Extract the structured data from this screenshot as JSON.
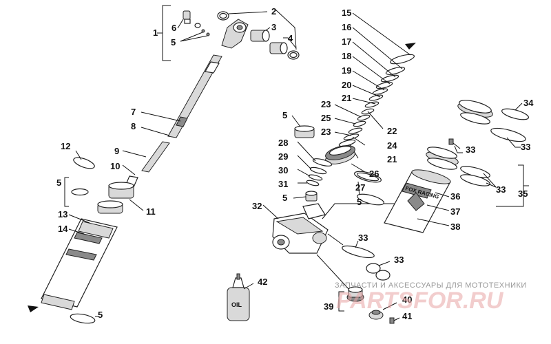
{
  "callouts": [
    {
      "id": "c1",
      "label": "1"
    },
    {
      "id": "c2",
      "label": "2"
    },
    {
      "id": "c3",
      "label": "3"
    },
    {
      "id": "c4",
      "label": "4"
    },
    {
      "id": "c5a",
      "label": "5"
    },
    {
      "id": "c6",
      "label": "6"
    },
    {
      "id": "c7",
      "label": "7"
    },
    {
      "id": "c8",
      "label": "8"
    },
    {
      "id": "c9",
      "label": "9"
    },
    {
      "id": "c10",
      "label": "10"
    },
    {
      "id": "c11",
      "label": "11"
    },
    {
      "id": "c12",
      "label": "12"
    },
    {
      "id": "c5b",
      "label": "5"
    },
    {
      "id": "c13",
      "label": "13"
    },
    {
      "id": "c14",
      "label": "14"
    },
    {
      "id": "c5c",
      "label": "5"
    },
    {
      "id": "c15",
      "label": "15"
    },
    {
      "id": "c16",
      "label": "16"
    },
    {
      "id": "c17",
      "label": "17"
    },
    {
      "id": "c18",
      "label": "18"
    },
    {
      "id": "c19",
      "label": "19"
    },
    {
      "id": "c20",
      "label": "20"
    },
    {
      "id": "c21a",
      "label": "21"
    },
    {
      "id": "c22",
      "label": "22"
    },
    {
      "id": "c23a",
      "label": "23"
    },
    {
      "id": "c25",
      "label": "25"
    },
    {
      "id": "c23b",
      "label": "23"
    },
    {
      "id": "c24",
      "label": "24"
    },
    {
      "id": "c21b",
      "label": "21"
    },
    {
      "id": "c26",
      "label": "26"
    },
    {
      "id": "c5d",
      "label": "5"
    },
    {
      "id": "c28",
      "label": "28"
    },
    {
      "id": "c29",
      "label": "29"
    },
    {
      "id": "c30",
      "label": "30"
    },
    {
      "id": "c31",
      "label": "31"
    },
    {
      "id": "c27",
      "label": "27"
    },
    {
      "id": "c5e",
      "label": "5"
    },
    {
      "id": "c5f",
      "label": "5"
    },
    {
      "id": "c32",
      "label": "32"
    },
    {
      "id": "c34",
      "label": "34"
    },
    {
      "id": "c33a",
      "label": "33"
    },
    {
      "id": "c33b",
      "label": "33"
    },
    {
      "id": "c33c",
      "label": "33"
    },
    {
      "id": "c35",
      "label": "35"
    },
    {
      "id": "c36",
      "label": "36"
    },
    {
      "id": "c37",
      "label": "37"
    },
    {
      "id": "c38",
      "label": "38"
    },
    {
      "id": "c33d",
      "label": "33"
    },
    {
      "id": "c33e",
      "label": "33"
    },
    {
      "id": "c42",
      "label": "42"
    },
    {
      "id": "c39",
      "label": "39"
    },
    {
      "id": "c40",
      "label": "40"
    },
    {
      "id": "c41",
      "label": "41"
    }
  ],
  "oil_label": "OIL",
  "brand_label": "FOX RACING",
  "watermark": {
    "line1": "ЗАПЧАСТИ И АКСЕССУАРЫ ДЛЯ МОТОТЕХНИКИ",
    "line2": "PARTSFOR.RU"
  }
}
